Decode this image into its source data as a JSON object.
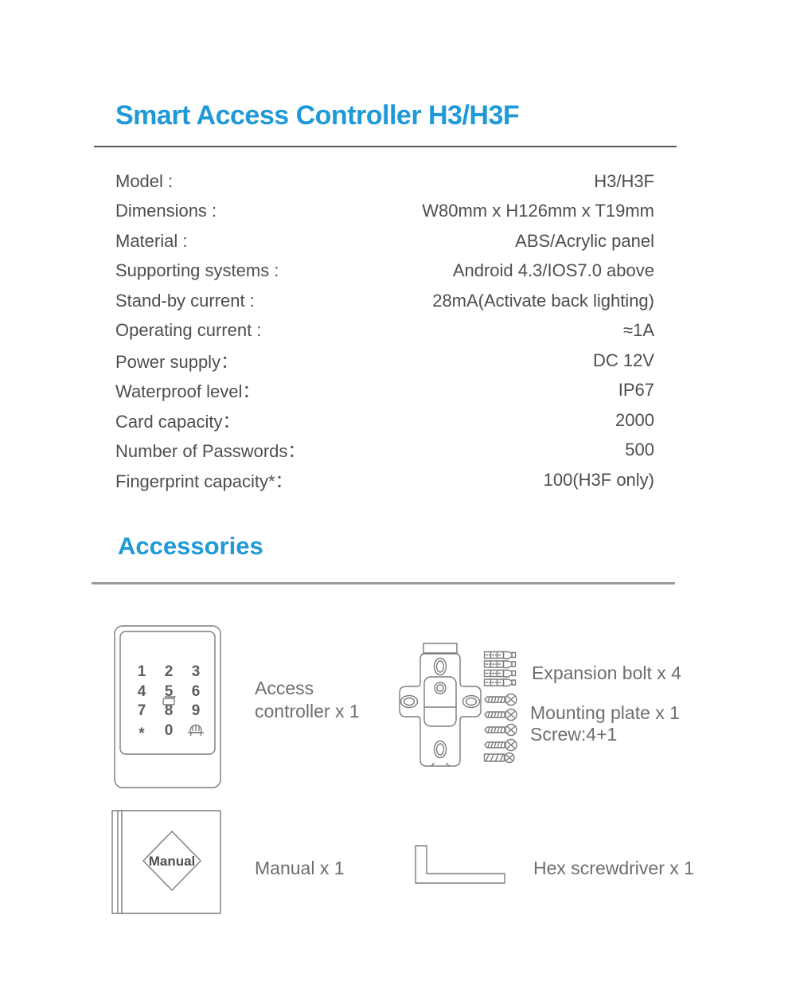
{
  "page": {
    "background": "#ffffff",
    "accent_color": "#1f9ad7",
    "spec_text_color": "#4e4e4e",
    "accessory_label_color": "#6e6e6e",
    "line_art_color": "#7c7c7c",
    "title_divider_color": "#585858",
    "section_divider_color": "#9b9b9b"
  },
  "header": {
    "title": "Smart Access Controller H3/H3F"
  },
  "specs": {
    "rows": [
      {
        "label": "Model :",
        "value": "H3/H3F"
      },
      {
        "label": "Dimensions :",
        "value": "W80mm x H126mm x T19mm"
      },
      {
        "label": "Material :",
        "value": "ABS/Acrylic panel"
      },
      {
        "label": "Supporting systems :",
        "value": "Android 4.3/IOS7.0 above"
      },
      {
        "label": "Stand-by current :",
        "value": "28mA(Activate back lighting)"
      },
      {
        "label": "Operating current :",
        "value": "≈1A"
      },
      {
        "label": "Power supply：",
        "value": "DC 12V"
      },
      {
        "label": "Waterproof level：",
        "value": "IP67"
      },
      {
        "label": "Card capacity：",
        "value": "2000"
      },
      {
        "label": "Number of Passwords：",
        "value": "500"
      },
      {
        "label": "Fingerprint capacity*：",
        "value": "100(H3F only)"
      }
    ]
  },
  "accessories": {
    "heading": "Accessories",
    "controller": {
      "icon": "access-controller-icon",
      "keys": [
        "1",
        "2",
        "3",
        "4",
        "5",
        "6",
        "7",
        "8",
        "9",
        "*",
        "0"
      ],
      "bell_icon": "doorbell-icon",
      "card_icon": "card-swipe-icon",
      "label_line1": "Access",
      "label_line2": "controller x 1"
    },
    "mounting": {
      "plate_icon": "mounting-plate-icon",
      "bolts_icon": "expansion-bolts-icon",
      "screws_icon": "screws-icon",
      "expansion_bolt_label": "Expansion bolt x 4",
      "plate_label": "Mounting plate x 1",
      "screw_label": "Screw:4+1"
    },
    "manual": {
      "icon": "manual-book-icon",
      "cover_text": "Manual",
      "label": "Manual x 1"
    },
    "hex": {
      "icon": "hex-key-icon",
      "label": "Hex screwdriver x 1"
    }
  }
}
